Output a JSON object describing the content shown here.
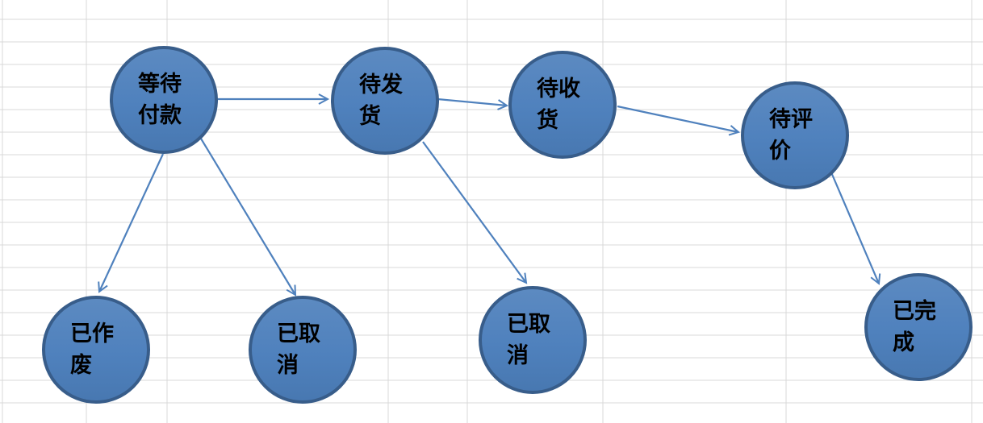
{
  "canvas": {
    "background_color": "#ffffff",
    "gridline_color": "#d9d9d9"
  },
  "diagram": {
    "node_fill_color": "#4f81bd",
    "node_border_color": "#385d8a",
    "arrow_color": "#4f81bd",
    "text_color": "#000000",
    "nodes": [
      {
        "id": "waiting-payment",
        "label": "等待\n付款"
      },
      {
        "id": "to-ship",
        "label": "待发\n货"
      },
      {
        "id": "to-receive",
        "label": "待收\n货"
      },
      {
        "id": "to-review",
        "label": "待评\n价"
      },
      {
        "id": "voided",
        "label": "已作\n废"
      },
      {
        "id": "cancelled-1",
        "label": "已取\n消"
      },
      {
        "id": "cancelled-2",
        "label": "已取\n消"
      },
      {
        "id": "completed",
        "label": "已完\n成"
      }
    ],
    "edges": [
      {
        "from": "waiting-payment",
        "to": "to-ship"
      },
      {
        "from": "to-ship",
        "to": "to-receive"
      },
      {
        "from": "to-receive",
        "to": "to-review"
      },
      {
        "from": "waiting-payment",
        "to": "voided"
      },
      {
        "from": "waiting-payment",
        "to": "cancelled-1"
      },
      {
        "from": "to-ship",
        "to": "cancelled-2"
      },
      {
        "from": "to-review",
        "to": "completed"
      }
    ]
  }
}
